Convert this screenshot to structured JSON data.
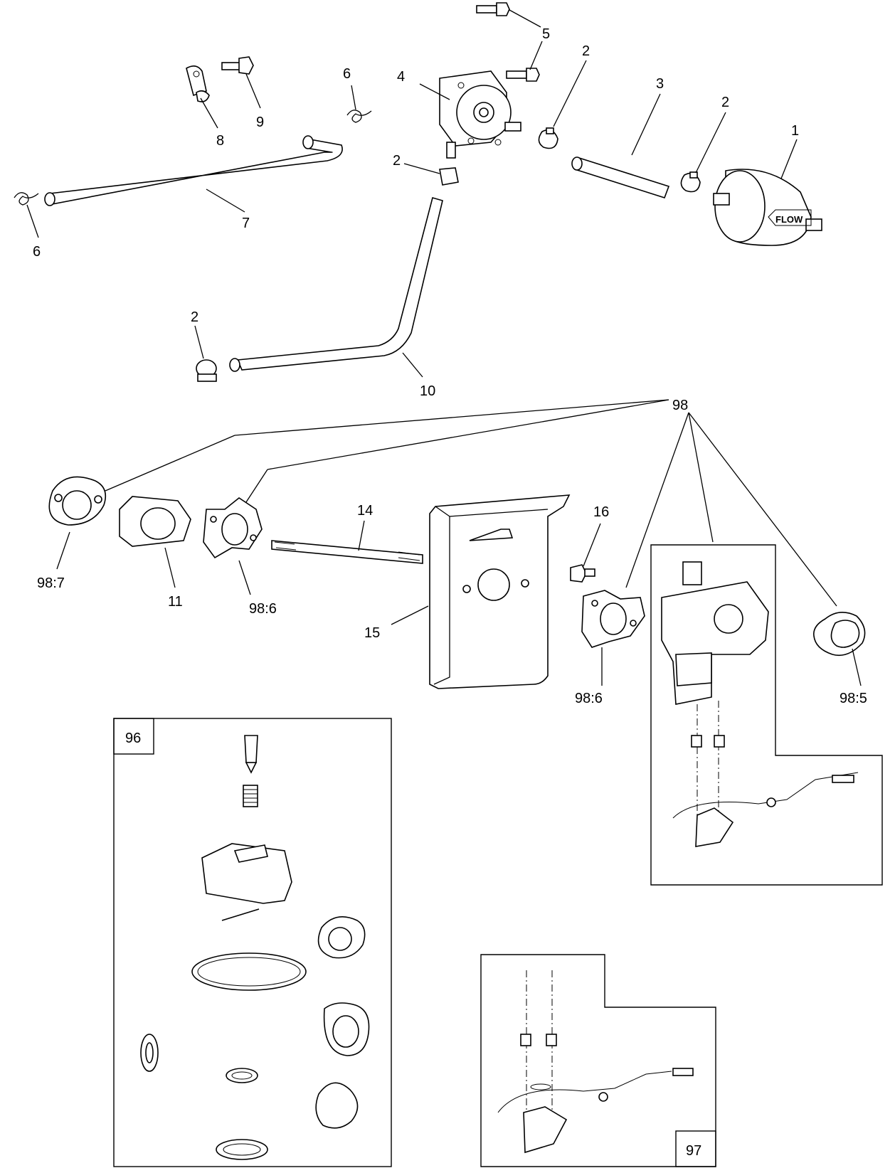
{
  "callouts": {
    "c1": "1",
    "c2a": "2",
    "c2b": "2",
    "c2c": "2",
    "c2d": "2",
    "c3": "3",
    "c4": "4",
    "c5": "5",
    "c6a": "6",
    "c6b": "6",
    "c7": "7",
    "c8": "8",
    "c9": "9",
    "c10": "10",
    "c11": "11",
    "c14": "14",
    "c15": "15",
    "c16": "16",
    "c98": "98",
    "c98_7": "98:7",
    "c98_6a": "98:6",
    "c98_6b": "98:6",
    "c98_5": "98:5"
  },
  "filter_arrow_label": "FLOW",
  "kits": {
    "kit96": {
      "label": "96"
    },
    "kit97": {
      "label": "97"
    }
  }
}
